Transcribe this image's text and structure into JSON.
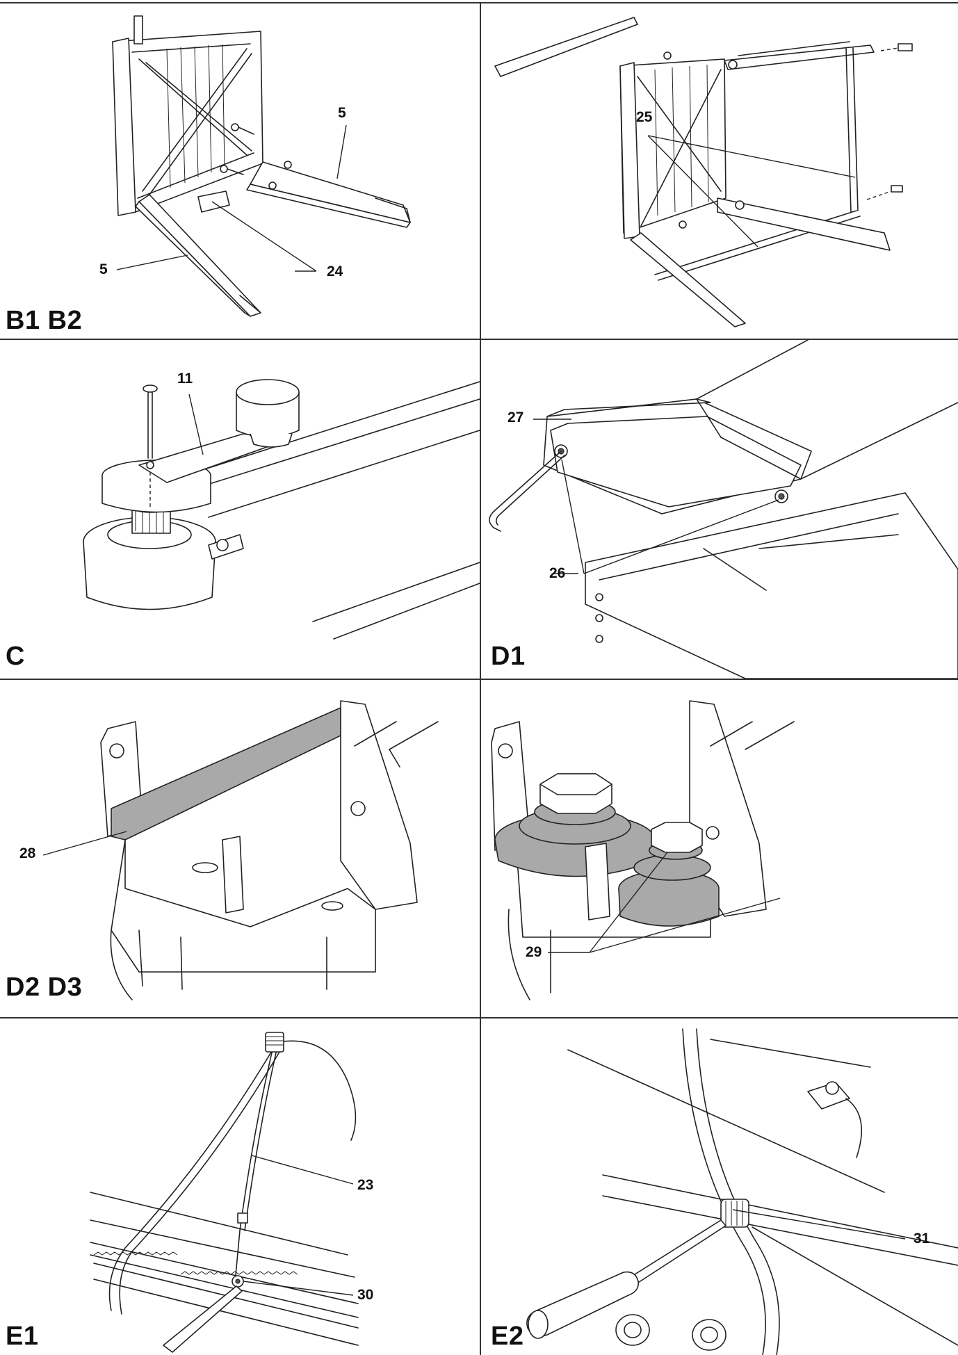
{
  "panels": [
    {
      "id": "B",
      "label": "B1 B2",
      "callouts": [
        "5",
        "5",
        "24"
      ]
    },
    {
      "id": "B-right",
      "label": "",
      "callouts": [
        "25"
      ]
    },
    {
      "id": "C",
      "label": "C",
      "callouts": [
        "11"
      ]
    },
    {
      "id": "D1",
      "label": "D1",
      "callouts": [
        "27",
        "26"
      ]
    },
    {
      "id": "D2",
      "label": "D2 D3",
      "callouts": [
        "28"
      ]
    },
    {
      "id": "D2-right",
      "label": "",
      "callouts": [
        "29"
      ]
    },
    {
      "id": "E1",
      "label": "E1",
      "callouts": [
        "23",
        "30"
      ]
    },
    {
      "id": "E2",
      "label": "E2",
      "callouts": [
        "31"
      ]
    }
  ],
  "colors": {
    "line": "#222222",
    "shade": "#a9a9a9",
    "grid": "#333333",
    "background": "#ffffff"
  }
}
